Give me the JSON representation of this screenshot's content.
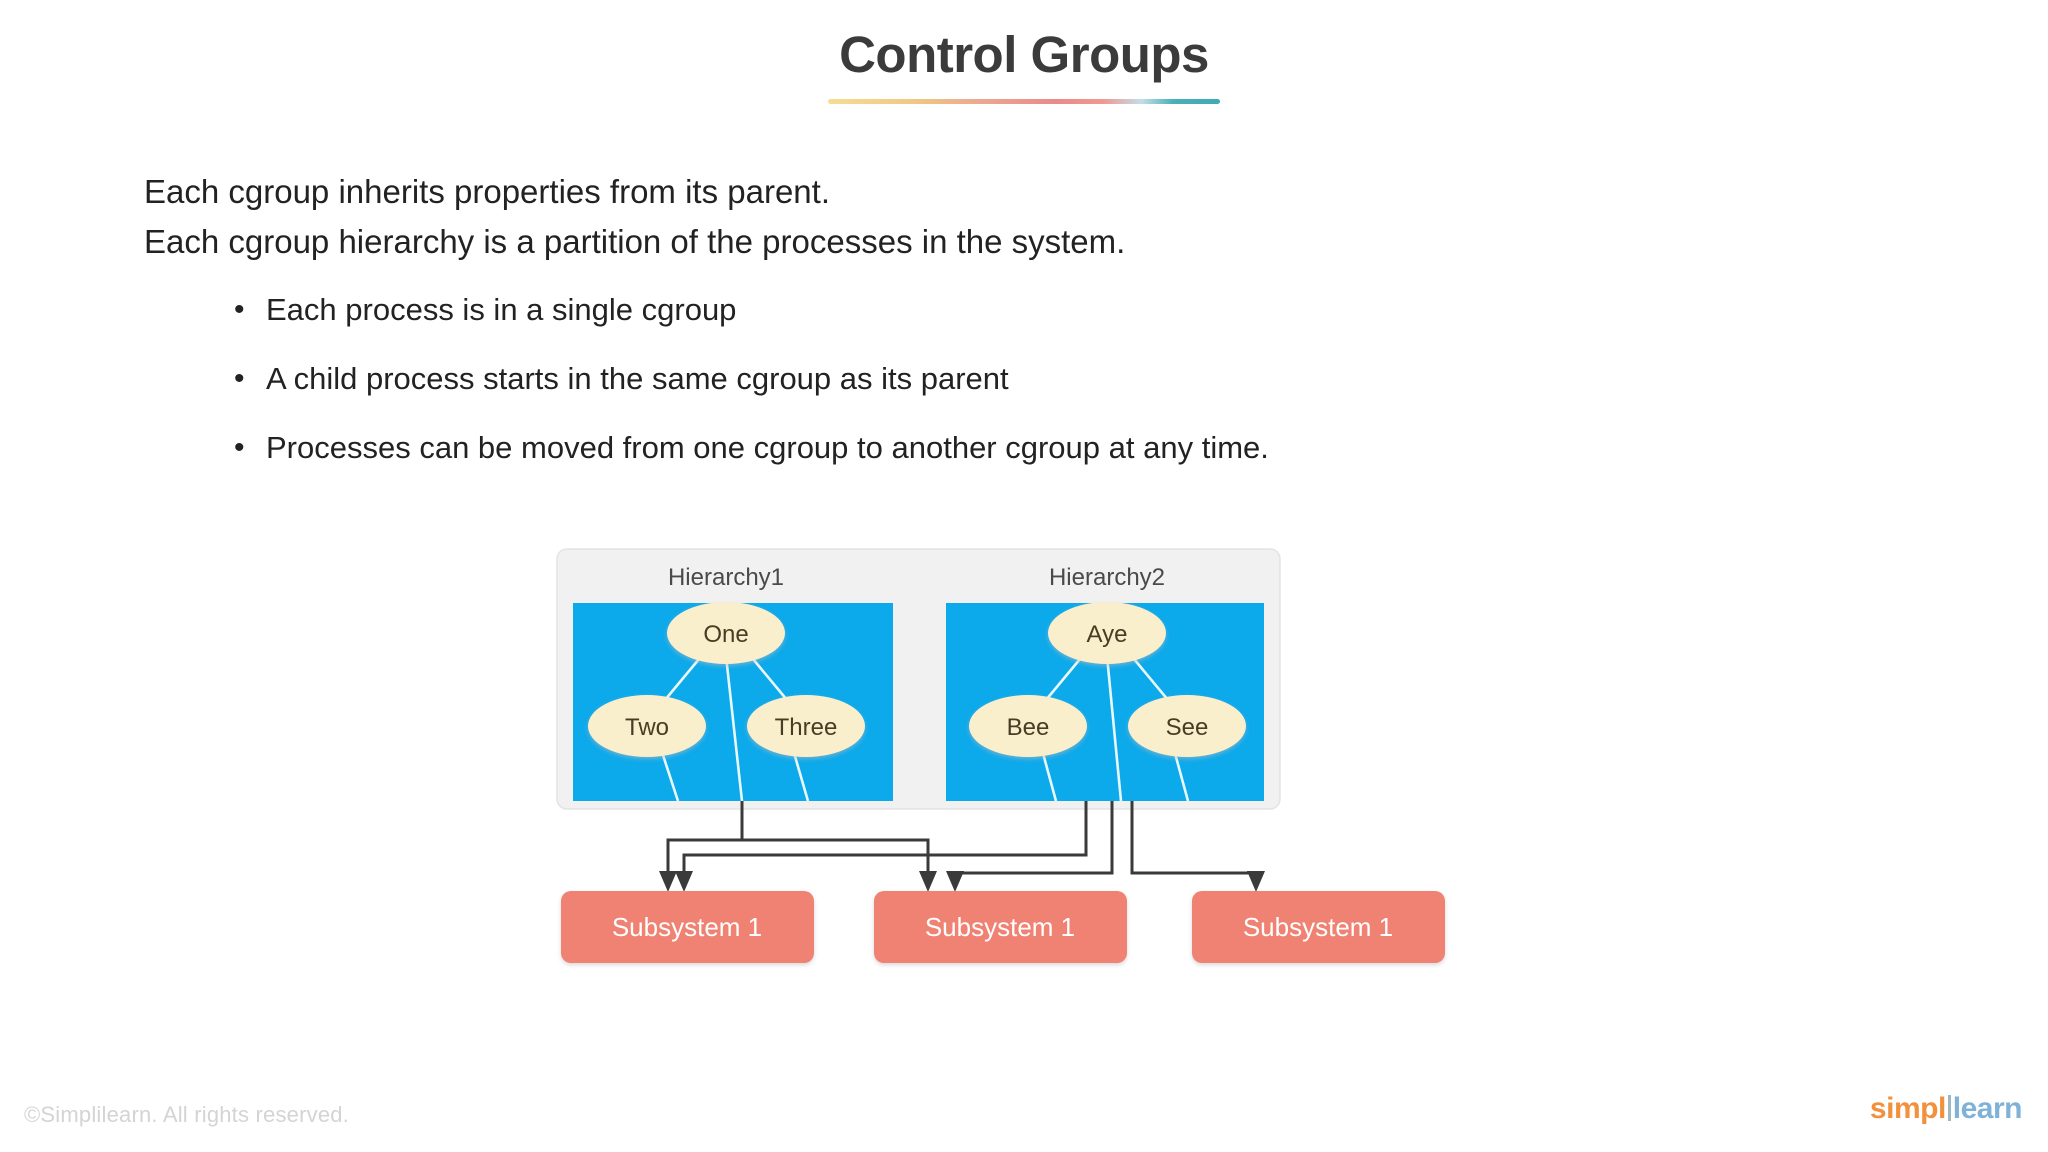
{
  "header": {
    "title": "Control Groups",
    "accent_gradient": [
      "#f5d98c",
      "#ea9e86",
      "#e8807f",
      "#bcdce7",
      "#2fa2ae"
    ]
  },
  "body": {
    "paragraphs": [
      "Each cgroup inherits properties from its parent.",
      "Each cgroup hierarchy is a partition of the processes in the system."
    ],
    "bullet_marker": "•",
    "bullets": [
      "Each process is in a single cgroup",
      "A child process starts in the same cgroup as its parent",
      "Processes can be moved from one cgroup to another cgroup at any time."
    ]
  },
  "diagram": {
    "panel_bg": "#f1f1f1",
    "hierarchy_bg": "#0ca9eb",
    "node_fill": "#faefcd",
    "node_text_color": "#4a3b23",
    "subsystem_fill": "#f08273",
    "subsystem_text_color": "#ffffff",
    "connector_color": "#3a3a3a",
    "edge_color": "#e8f8ff",
    "hierarchies": [
      {
        "label": "Hierarchy1",
        "root": "One",
        "children": [
          "Two",
          "Three"
        ]
      },
      {
        "label": "Hierarchy2",
        "root": "Aye",
        "children": [
          "Bee",
          "See"
        ]
      }
    ],
    "subsystems": [
      "Subsystem 1",
      "Subsystem 1",
      "Subsystem 1"
    ]
  },
  "footer": {
    "copyright": "©Simplilearn. All rights reserved.",
    "logo_part1": "simpl",
    "logo_part2": "learn"
  }
}
